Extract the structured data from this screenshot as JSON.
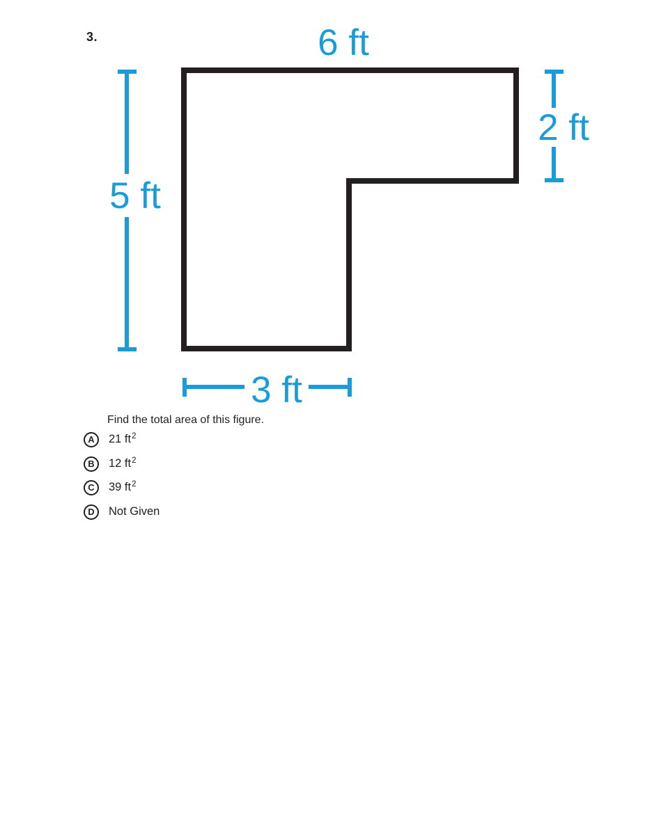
{
  "question": {
    "number": "3.",
    "prompt": "Find the total area of this figure.",
    "options": [
      {
        "letter": "A",
        "text": "21 ft",
        "sup": "2"
      },
      {
        "letter": "B",
        "text": "12 ft",
        "sup": "2"
      },
      {
        "letter": "C",
        "text": "39 ft",
        "sup": "2"
      },
      {
        "letter": "D",
        "text": "Not Given",
        "sup": ""
      }
    ]
  },
  "figure": {
    "type": "L-shaped polygon with dimension lines",
    "labels": {
      "top": "6 ft",
      "left": "5 ft",
      "right": "2 ft",
      "bottom": "3 ft"
    },
    "colors": {
      "dimension_blue": "#1A9CDA",
      "shape_black": "#231F20"
    }
  }
}
